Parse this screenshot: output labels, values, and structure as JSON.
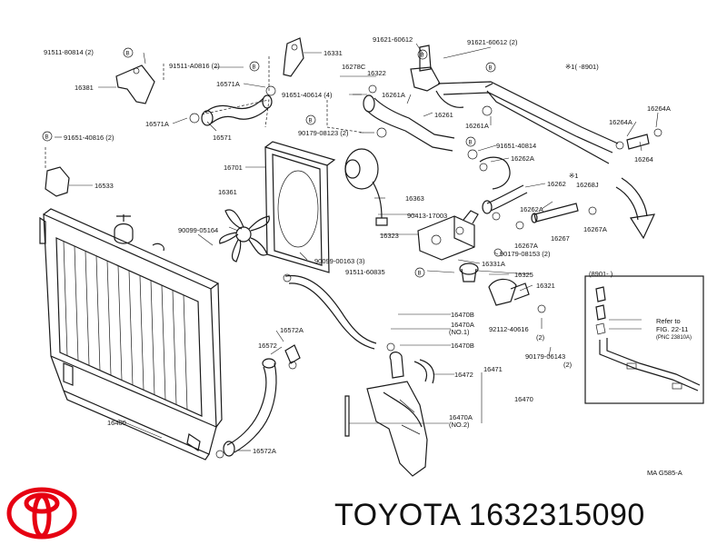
{
  "brand": "TOYOTA",
  "part_number": "1632315090",
  "brand_color": "#e60012",
  "diagram": {
    "ref_code": "MA G585-A",
    "callouts": {
      "c91511_80814": "91511-80814 (2)",
      "c91511_a0816": "91511-A0816 (2)",
      "c16381": "16381",
      "c16331": "16331",
      "c16278c": "16278C",
      "c16322": "16322",
      "c91621_60612a": "91621-60612",
      "c91621_60612b": "91621-60612 (2)",
      "c16571a_top": "16571A",
      "c91651_40614": "91651-40614 (4)",
      "c16261a_a": "16261A",
      "c16261": "16261",
      "c16261a_b": "16261A",
      "c16571a_left": "16571A",
      "c16571": "16571",
      "c90179_08123": "90179-08123 (2)",
      "c91651_40816": "91651-40816 (2)",
      "c91651_40814": "91651-40814",
      "c16262a_a": "16262A",
      "c16701": "16701",
      "c16533": "16533",
      "c16262": "16262",
      "c16268j": "16268J",
      "c16361": "16361",
      "c16363": "16363",
      "c16262a_b": "16262A",
      "c90099_05164": "90099-05164",
      "c90413_17003": "90413-17003",
      "c16323": "16323",
      "c16267": "16267",
      "c16267a_a": "16267A",
      "c16267a_b": "16267A",
      "c90179_08163": "90179-08153 (2)",
      "c90099_00163": "90099-00163 (3)",
      "c16331b": "16331A",
      "c91511_60835": "91511-60835",
      "c16325": "16325",
      "c16321": "16321",
      "c16470b_a": "16470B",
      "c16470a_1": "16470A",
      "c16470a_1n": "(NO.1)",
      "c92112_40616": "92112-40616",
      "c92112_40616n": "(2)",
      "c16572a_top": "16572A",
      "c16572": "16572",
      "c16470b_b": "16470B",
      "c90179_06143": "90179-06143",
      "c90179_06143n": "(2)",
      "c16471": "16471",
      "c16472": "16472",
      "c16470": "16470",
      "c16470a_2": "16470A",
      "c16470a_2n": "(NO.2)",
      "c16400": "16400",
      "c16572a_bot": "16572A",
      "c16264a": "16264A",
      "c16264a_b": "16264A",
      "c16264": "16264",
      "serial_note": "※1(     -8901)",
      "serial_note2": "※1",
      "inset_title": "(8901-        )",
      "inset_ref1": "Refer to",
      "inset_ref2": "FIG. 22-11",
      "inset_ref3": "(PNC 23810A)",
      "b": "B"
    }
  }
}
